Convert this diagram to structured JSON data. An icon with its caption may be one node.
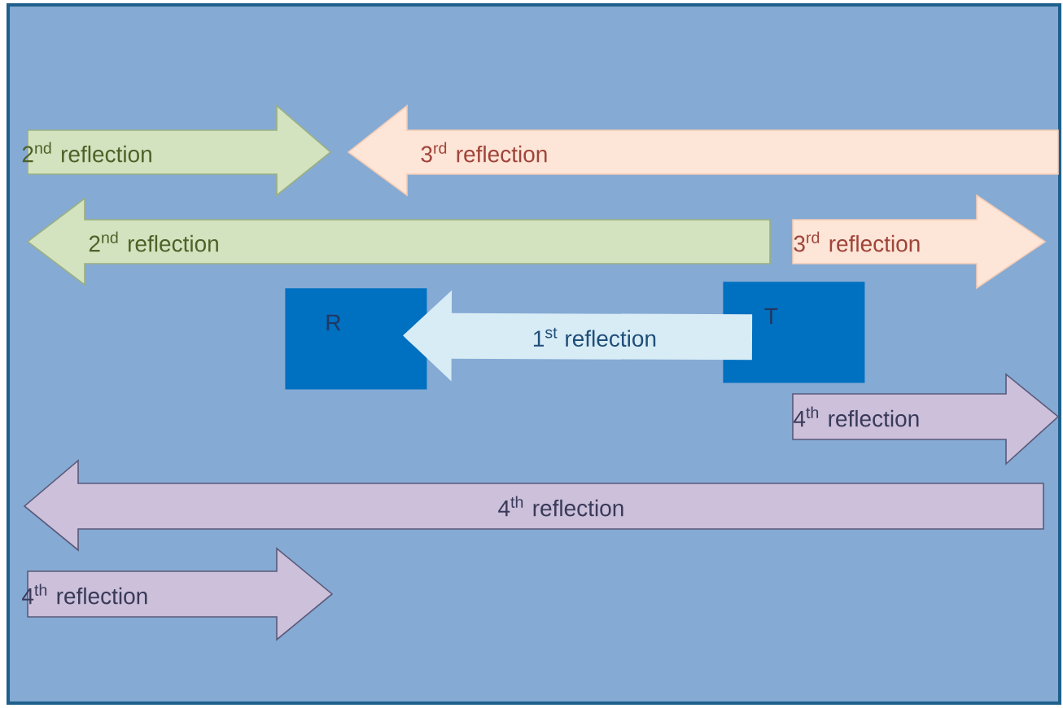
{
  "diagram": {
    "nodes": [
      {
        "text": [
          "2$^{nd}$ reflection"
        ]
      },
      {
        "text": [
          "3$^{rd}$ reflection"
        ]
      },
      {
        "text": [
          "2$^{nd}$ reflection"
        ]
      },
      {
        "text": [
          "3$^{rd}$ reflection"
        ]
      },
      {
        "text": [
          "R"
        ]
      },
      {
        "text": [
          "T"
        ]
      },
      {
        "text": [
          "4$^{th}$ reflection"
        ]
      },
      {
        "text": [
          "4$^{th}$ reflection"
        ]
      },
      {
        "text": [
          "4$^{th}$ reflection"
        ]
      }
    ],
    "edges": [
      {
        "from": 5,
        "to": 4,
        "arrow": "to",
        "label": "1$^{st}$ reflection"
      }
    ]
  }
}
